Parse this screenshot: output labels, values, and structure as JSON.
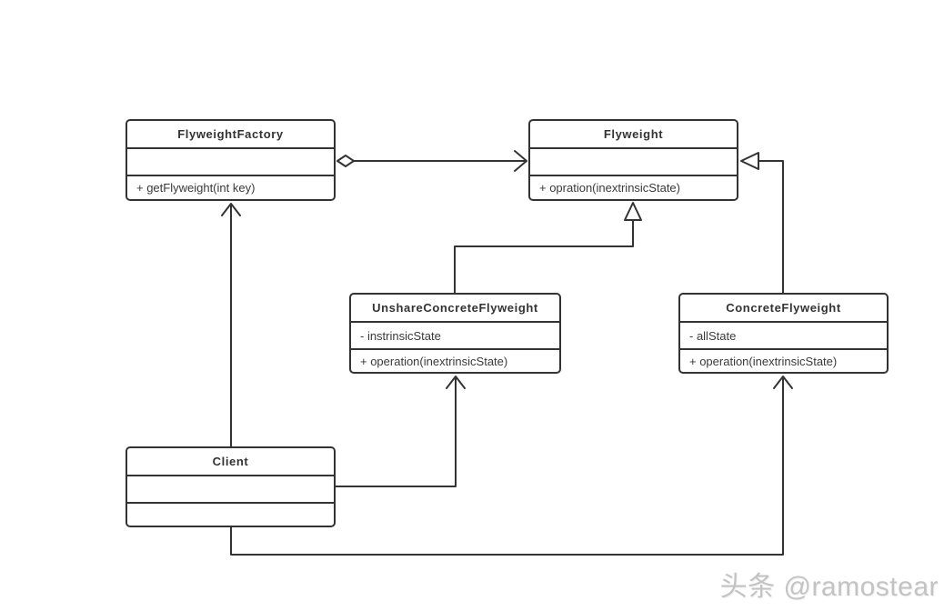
{
  "diagram": {
    "kind": "uml-class-diagram",
    "subject": "Flyweight design pattern"
  },
  "colors": {
    "line": "#333333",
    "box_border": "#333333",
    "box_fill": "#ffffff",
    "text": "#3a3a3a",
    "watermark": "#c3c3c3",
    "background": "#ffffff"
  },
  "classes": {
    "flyweight_factory": {
      "name": "FlyweightFactory",
      "attributes": [
        ""
      ],
      "methods": [
        "+ getFlyweight(int key)"
      ]
    },
    "flyweight": {
      "name": "Flyweight",
      "attributes": [
        ""
      ],
      "methods": [
        "+ opration(inextrinsicState)"
      ]
    },
    "unshare_concrete_flyweight": {
      "name": "UnshareConcreteFlyweight",
      "attributes": [
        "- instrinsicState"
      ],
      "methods": [
        "+ operation(inextrinsicState)"
      ]
    },
    "concrete_flyweight": {
      "name": "ConcreteFlyweight",
      "attributes": [
        "- allState"
      ],
      "methods": [
        "+ operation(inextrinsicState)"
      ]
    },
    "client": {
      "name": "Client",
      "attributes": [
        ""
      ],
      "methods": [
        ""
      ]
    }
  },
  "relationships": [
    {
      "from": "FlyweightFactory",
      "to": "Flyweight",
      "type": "aggregation",
      "end_from": "hollow-diamond",
      "end_to": "open-arrow"
    },
    {
      "from": "UnshareConcreteFlyweight",
      "to": "Flyweight",
      "type": "generalization",
      "end_to": "hollow-triangle"
    },
    {
      "from": "ConcreteFlyweight",
      "to": "Flyweight",
      "type": "generalization",
      "end_to": "hollow-triangle"
    },
    {
      "from": "Client",
      "to": "FlyweightFactory",
      "type": "association",
      "end_to": "open-arrow"
    },
    {
      "from": "Client",
      "to": "UnshareConcreteFlyweight",
      "type": "association",
      "end_to": "open-arrow"
    },
    {
      "from": "Client",
      "to": "ConcreteFlyweight",
      "type": "association",
      "end_to": "open-arrow"
    }
  ],
  "watermark": {
    "text": "头条 @ramostear"
  }
}
